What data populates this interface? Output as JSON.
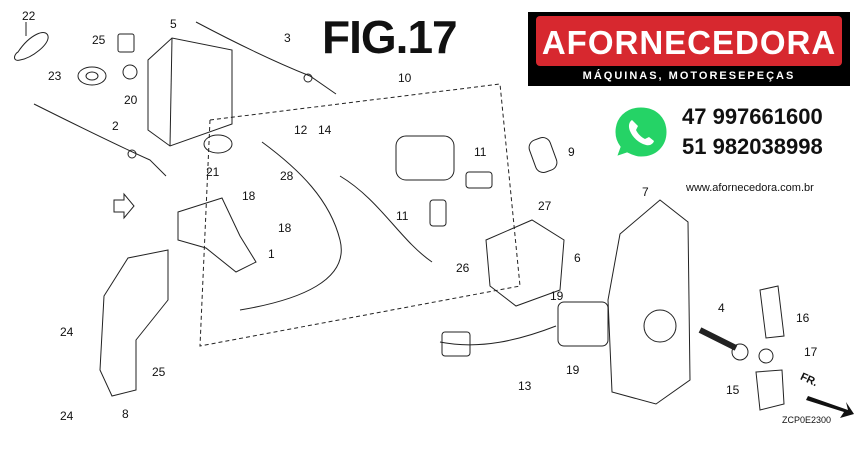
{
  "figure_title": "FIG.17",
  "brand": {
    "name": "AFORNECEDORA",
    "tagline": "MÁQUINAS, MOTORESEPEÇAS",
    "phones": [
      "47 997661600",
      "51 982038998"
    ],
    "website": "www.afornecedora.com.br",
    "accent_color": "#d7282f",
    "whatsapp_color": "#25d366"
  },
  "diagram_code": "ZCP0E2300",
  "front_label": "FR.",
  "icons": [
    "whatsapp-icon",
    "direction-arrow-icon"
  ],
  "callouts": [
    "22",
    "25",
    "5",
    "3",
    "23",
    "20",
    "2",
    "10",
    "12",
    "14",
    "28",
    "21",
    "11",
    "9",
    "11",
    "18",
    "18",
    "1",
    "27",
    "26",
    "6",
    "7",
    "4",
    "16",
    "19",
    "17",
    "24",
    "25",
    "13",
    "19",
    "24",
    "8",
    "15"
  ]
}
